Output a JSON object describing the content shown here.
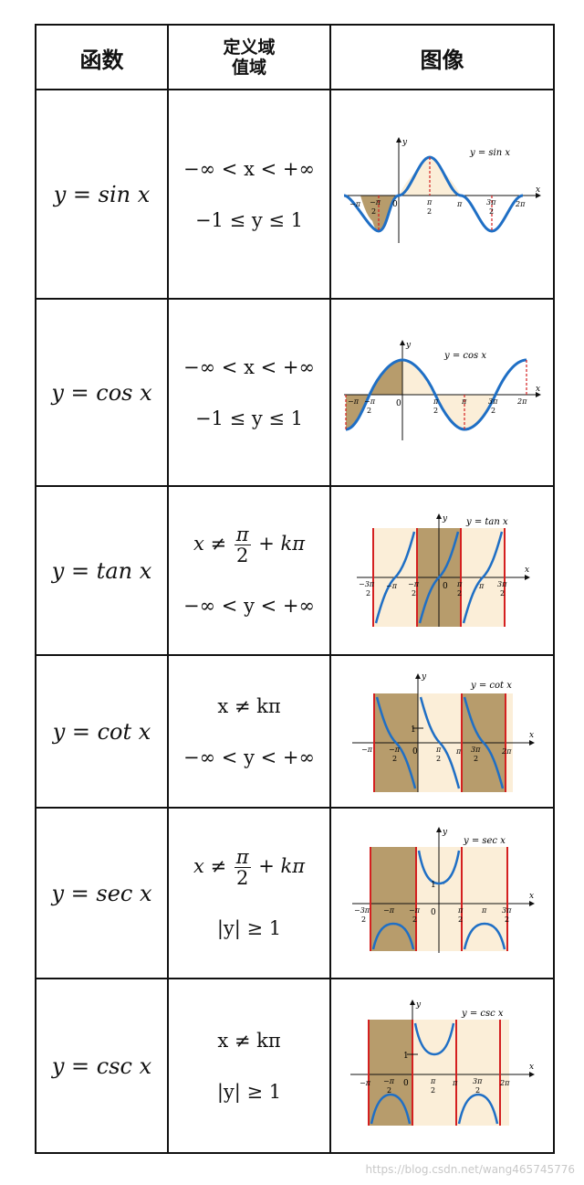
{
  "header": {
    "col1": "函数",
    "col2_line1": "定义域",
    "col2_line2": "值域",
    "col3": "图像"
  },
  "rows": [
    {
      "func": "y = sin x",
      "domain": "−∞ < x < +∞",
      "range": "−1 ≤ y ≤ 1",
      "graph_label": "y = sin x"
    },
    {
      "func": "y = cos x",
      "domain": "−∞ < x < +∞",
      "range": "−1 ≤ y ≤ 1",
      "graph_label": "y = cos x"
    },
    {
      "func": "y = tan x",
      "domain_prefix": "x ≠",
      "domain_num": "π",
      "domain_den": "2",
      "domain_suffix": "+ kπ",
      "range": "−∞ < y < +∞",
      "graph_label": "y = tan x"
    },
    {
      "func": "y = cot x",
      "domain": "x ≠ kπ",
      "range": "−∞ < y < +∞",
      "graph_label": "y = cot x"
    },
    {
      "func": "y = sec x",
      "domain_prefix": "x ≠",
      "domain_num": "π",
      "domain_den": "2",
      "domain_suffix": "+ kπ",
      "range": "|y| ≥ 1",
      "graph_label": "y = sec x"
    },
    {
      "func": "y = csc x",
      "domain": "x ≠ kπ",
      "range": "|y| ≥ 1",
      "graph_label": "y = csc x"
    }
  ],
  "watermark": "https://blog.csdn.net/wang465745776",
  "colors": {
    "curve": "#1f6fc5",
    "asymptote": "#d42020",
    "shade_dark": "#b79c6c",
    "shade_light": "#fbeed8"
  }
}
